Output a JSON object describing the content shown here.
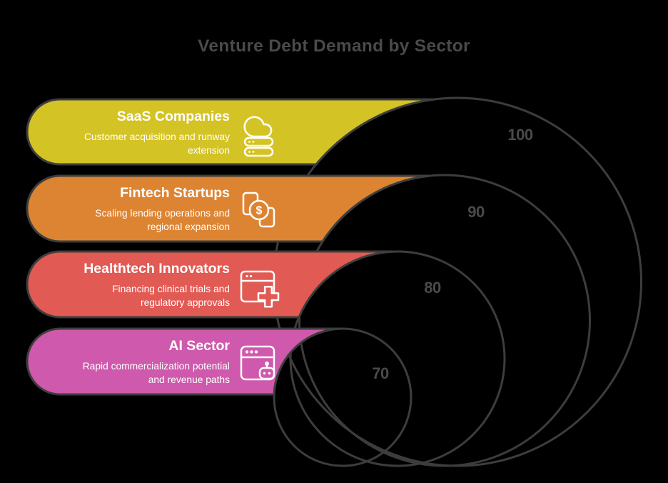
{
  "title": "Venture Debt Demand by Sector",
  "colors": {
    "background": "#000000",
    "outline": "#3d3d3d",
    "label_gray": "#4a4a4a",
    "text_white": "#ffffff"
  },
  "sectors": [
    {
      "name": "SaaS Companies",
      "description": "Customer acquisition and runway\nextension",
      "value": "100",
      "color": "#d4c324",
      "icon": "cloud-server-icon"
    },
    {
      "name": "Fintech Startups",
      "description": "Scaling lending operations and\nregional expansion",
      "value": "90",
      "color": "#dd8433",
      "icon": "money-transfer-icon"
    },
    {
      "name": "Healthtech Innovators",
      "description": "Financing clinical trials and\nregulatory approvals",
      "value": "80",
      "color": "#e15a54",
      "icon": "medical-cross-browser-icon"
    },
    {
      "name": "AI Sector",
      "description": "Rapid commercialization potential\nand revenue paths",
      "value": "70",
      "color": "#cf59ac",
      "icon": "ai-robot-browser-icon"
    }
  ],
  "glyphs": {
    "dollar": "$"
  },
  "chart_data": {
    "type": "bar",
    "variant": "nested-tangent-circles",
    "title": "Venture Debt Demand by Sector",
    "categories": [
      "SaaS Companies",
      "Fintech Startups",
      "Healthtech Innovators",
      "AI Sector"
    ],
    "values": [
      100,
      90,
      80,
      70
    ],
    "value_range": [
      0,
      100
    ],
    "legend": "none",
    "annotations": [
      "Customer acquisition and runway extension",
      "Scaling lending operations and regional expansion",
      "Financing clinical trials and regulatory approvals",
      "Rapid commercialization potential and revenue paths"
    ]
  }
}
